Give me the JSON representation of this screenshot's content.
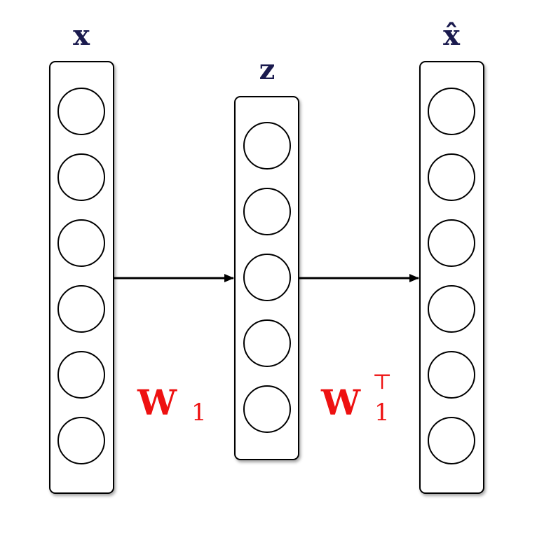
{
  "layers": [
    {
      "label": "x",
      "neurons": 6
    },
    {
      "label": "z",
      "neurons": 5
    },
    {
      "label": "x̂",
      "neurons": 6
    }
  ],
  "weights": [
    {
      "symbol": "W",
      "subscript": "1",
      "superscript": ""
    },
    {
      "symbol": "W",
      "subscript": "1",
      "superscript": "⊤"
    }
  ],
  "colors": {
    "layer_label": "#1a1a4e",
    "weight_label": "#ee1111",
    "stroke": "#000000"
  }
}
